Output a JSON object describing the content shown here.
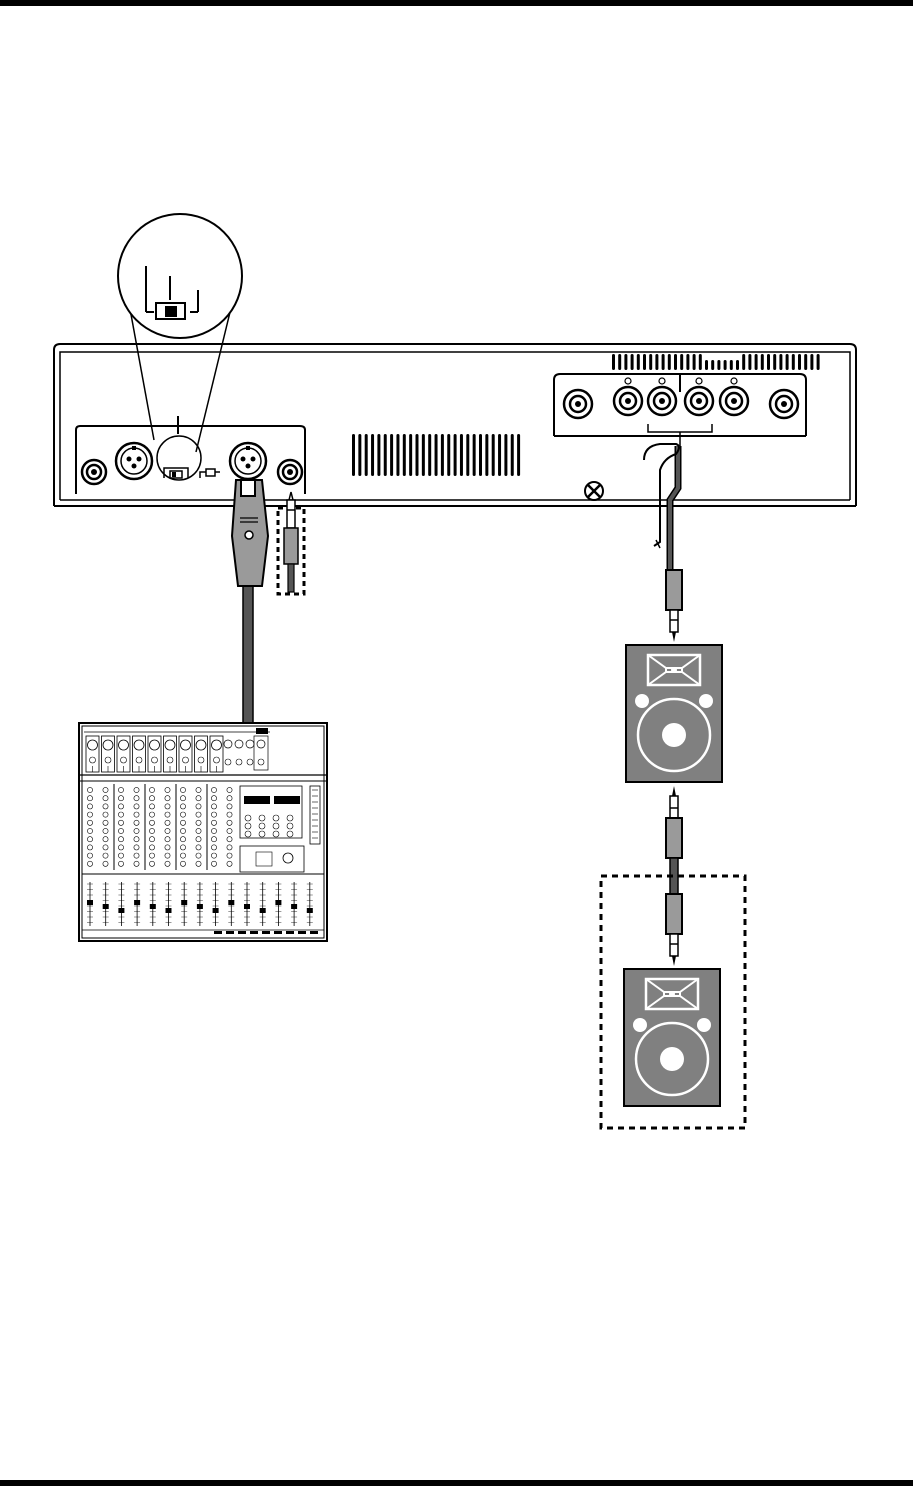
{
  "diagram": {
    "colors": {
      "ink": "#000000",
      "paper": "#ffffff",
      "speaker_gray": "#808080",
      "connector_gray": "#9a9a9a"
    },
    "icons": [
      "zoom-callout-circle",
      "input-mode-slide-switch-icon",
      "xlr-input-jack-icon",
      "phone-input-jack-icon",
      "ventilation-grille",
      "speakon-output-jack-icon",
      "screw-icon",
      "xlr-plug-icon",
      "phone-plug-icon",
      "mixer-console",
      "speaker-cabinet-icon",
      "optional-connection-dashed-box"
    ]
  }
}
